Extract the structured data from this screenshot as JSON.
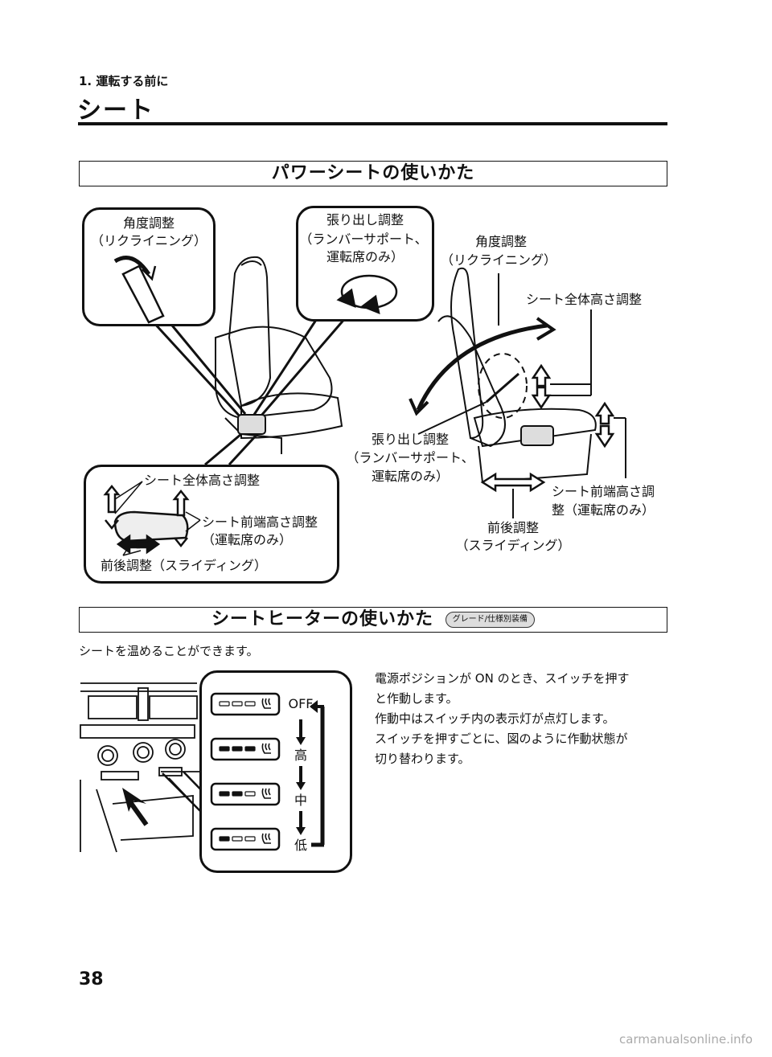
{
  "header": {
    "chapter": "1. 運転する前に",
    "title": "シート"
  },
  "power_seat": {
    "heading": "パワーシートの使いかた",
    "callout_recline": {
      "line1": "角度調整",
      "line2": "（リクライニング）"
    },
    "callout_lumbar": {
      "line1": "張り出し調整",
      "line2": "（ランバーサポート、",
      "line3": "運転席のみ）"
    },
    "callout_switch": {
      "height": "シート全体高さ調整",
      "front_height_line1": "シート前端高さ調整",
      "front_height_line2": "（運転席のみ）",
      "slide": "前後調整（スライディング）"
    },
    "side": {
      "recline_line1": "角度調整",
      "recline_line2": "（リクライニング）",
      "height": "シート全体高さ調整",
      "lumbar_line1": "張り出し調整",
      "lumbar_line2": "（ランバーサポート、",
      "lumbar_line3": "運転席のみ）",
      "front_height_line1": "シート前端高さ調",
      "front_height_line2": "整（運転席のみ）",
      "slide_line1": "前後調整",
      "slide_line2": "（スライディング）"
    }
  },
  "seat_heater": {
    "heading": "シートヒーターの使いかた",
    "badge": "グレード/仕様別装備",
    "intro": "シートを温めることができます。",
    "modes": {
      "off": "OFF",
      "high": "高",
      "mid": "中",
      "low": "低"
    },
    "levels": {
      "off": 0,
      "high": 3,
      "mid": 2,
      "low": 1
    },
    "description": [
      "電源ポジションが ON のとき、スイッチを押す",
      "と作動します。",
      "作動中はスイッチ内の表示灯が点灯します。",
      "スイッチを押すごとに、図のように作動状態が",
      "切り替わります。"
    ]
  },
  "footer": {
    "page_number": "38",
    "watermark": "carmanualsonline.info"
  }
}
